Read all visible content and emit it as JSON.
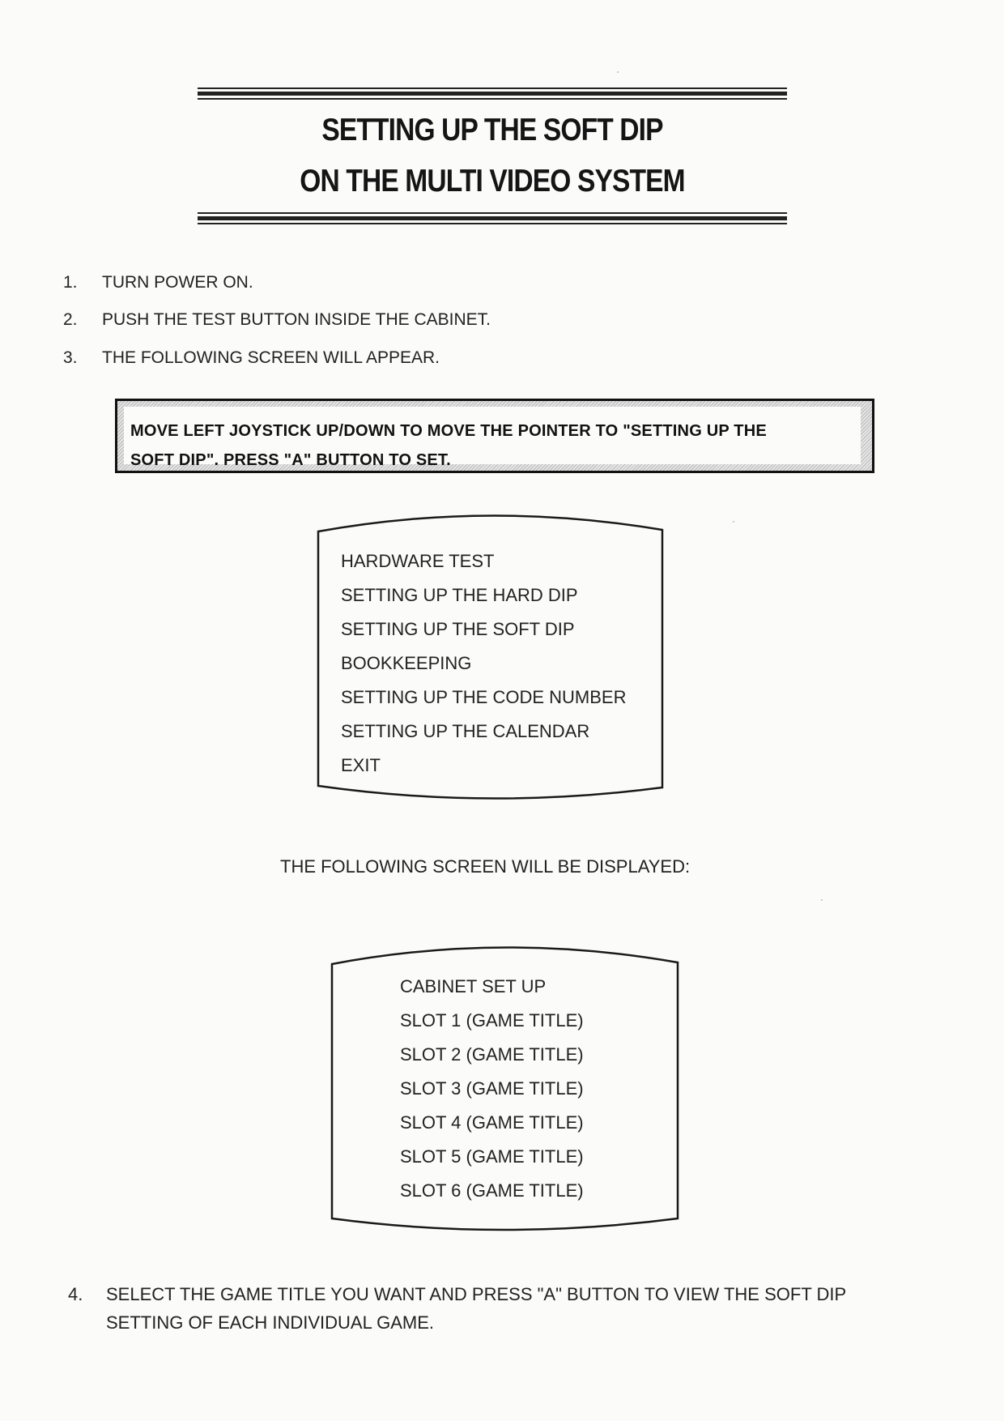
{
  "header": {
    "title_line1": "SETTING UP THE SOFT DIP",
    "title_line2": "ON THE MULTI VIDEO SYSTEM"
  },
  "steps": [
    {
      "num": "1.",
      "text": "TURN POWER ON."
    },
    {
      "num": "2.",
      "text": "PUSH THE TEST BUTTON INSIDE THE CABINET."
    },
    {
      "num": "3.",
      "text": "THE FOLLOWING SCREEN WILL APPEAR."
    }
  ],
  "notice": {
    "line1": "MOVE LEFT JOYSTICK UP/DOWN TO MOVE THE POINTER TO \"SETTING UP THE",
    "line2": "SOFT DIP\".  PRESS \"A\" BUTTON TO SET."
  },
  "test_menu": {
    "items": [
      "HARDWARE TEST",
      "SETTING UP THE HARD DIP",
      "SETTING UP THE SOFT DIP",
      "BOOKKEEPING",
      "SETTING UP THE CODE NUMBER",
      "SETTING UP THE CALENDAR",
      "EXIT"
    ]
  },
  "caption": "THE FOLLOWING SCREEN WILL BE DISPLAYED:",
  "slot_menu": {
    "items": [
      "CABINET SET UP",
      "SLOT 1 (GAME TITLE)",
      "SLOT 2 (GAME TITLE)",
      "SLOT 3 (GAME TITLE)",
      "SLOT 4 (GAME TITLE)",
      "SLOT 5 (GAME TITLE)",
      "SLOT 6 (GAME TITLE)"
    ]
  },
  "step4": {
    "num": "4.",
    "text": "SELECT THE GAME TITLE YOU WANT AND PRESS \"A\" BUTTON  TO VIEW THE SOFT DIP SETTING OF EACH INDIVIDUAL GAME."
  }
}
